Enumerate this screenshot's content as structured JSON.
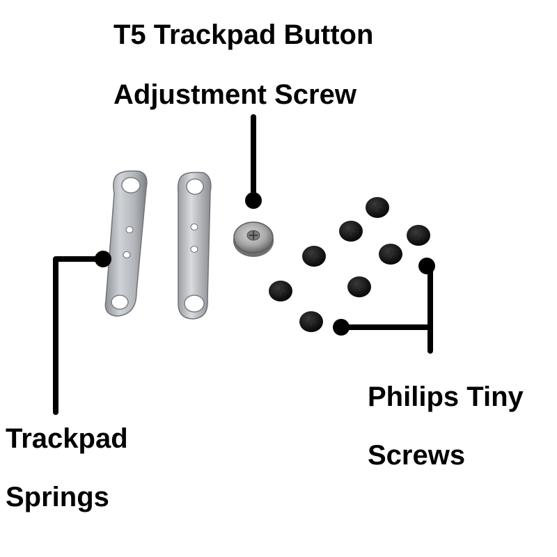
{
  "labels": {
    "t5_screw": [
      "T5 Trackpad Button",
      "Adjustment Screw"
    ],
    "philips_screws": [
      "Philips Tiny",
      "Screws"
    ],
    "trackpad_springs": [
      "Trackpad",
      "Springs"
    ]
  },
  "colors": {
    "background": "#ffffff",
    "text": "#000000",
    "callout_line": "#000000",
    "spring_metal": "#b9bcc0",
    "spring_metal_dark": "#8e9297",
    "screw_black": "#111111",
    "adjust_screw": "#a7a7a7"
  }
}
